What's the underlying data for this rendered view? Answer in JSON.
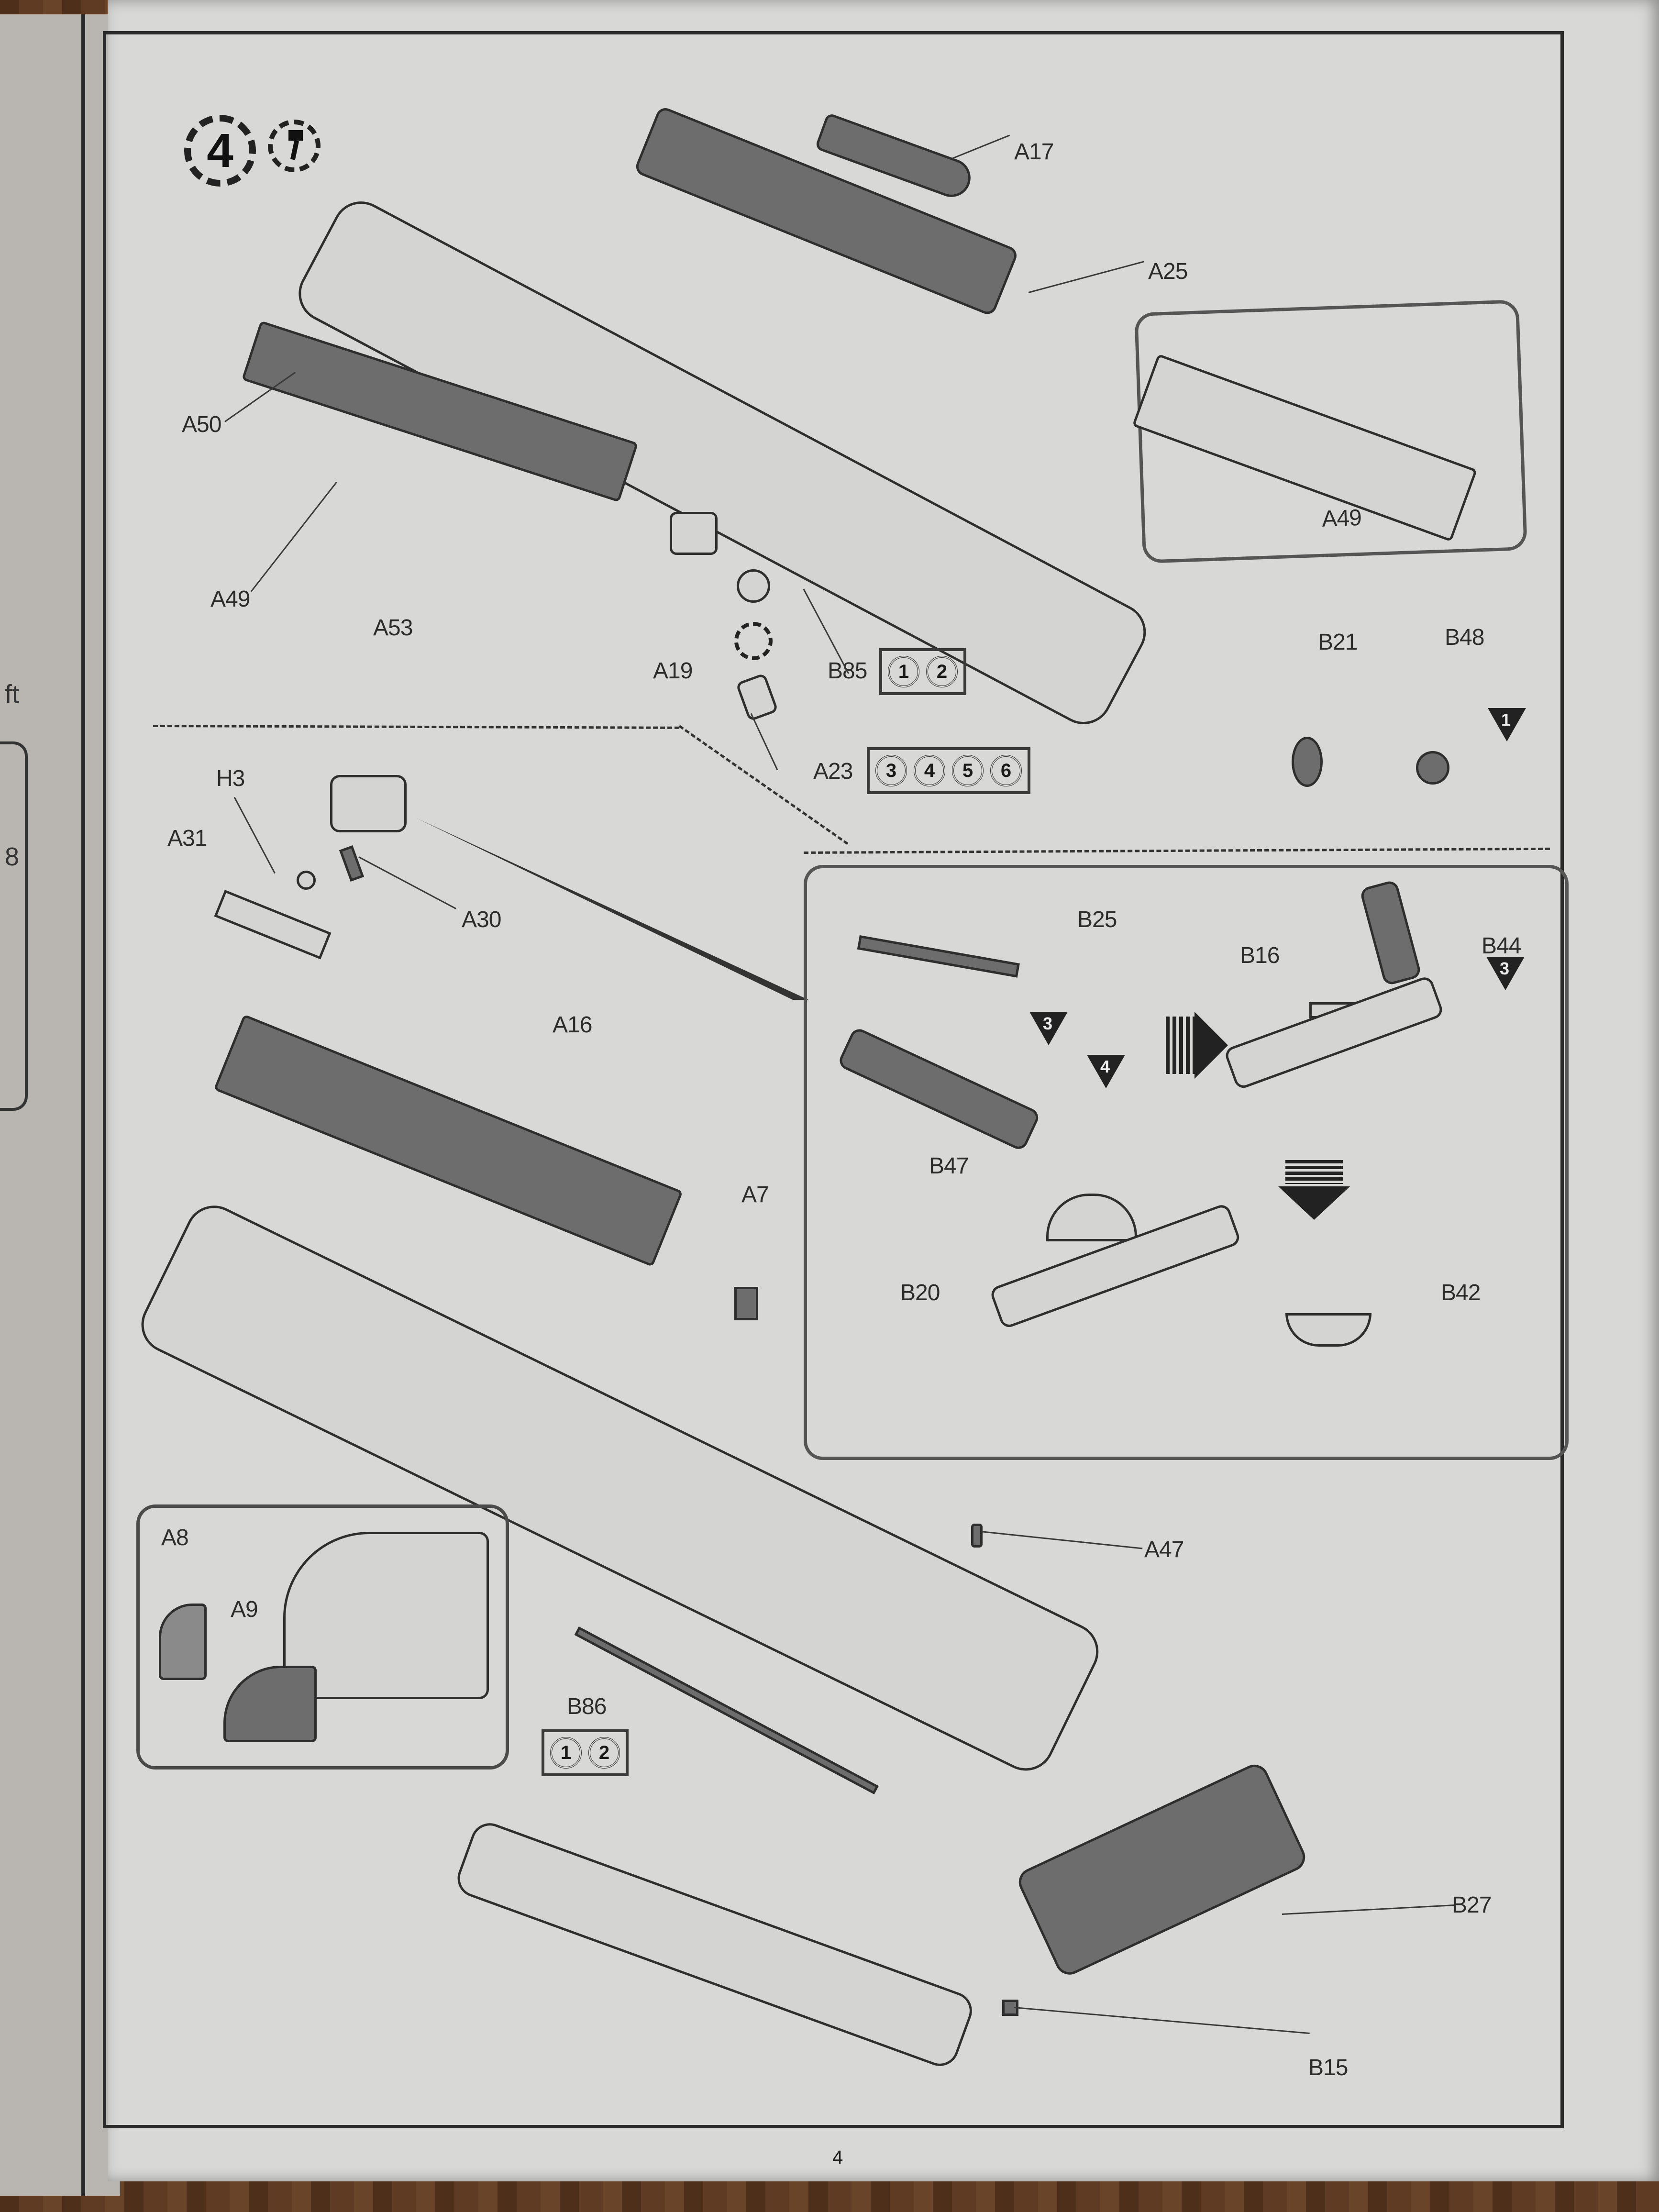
{
  "document": {
    "type": "model kit assembly instructions",
    "page_number": "4",
    "step": {
      "number": "4",
      "glue_icon": "glue-required-icon"
    },
    "left_page_fragments": [
      "ft",
      "8"
    ]
  },
  "upper_section": {
    "part_labels": [
      "A17",
      "A25",
      "A50",
      "A49",
      "A53",
      "A19",
      "B85",
      "A23",
      "B21",
      "B48"
    ],
    "b85_color_refs": [
      "1",
      "2"
    ],
    "a23_color_refs": [
      "3",
      "4",
      "5",
      "6"
    ],
    "decal_marker_b48": "1",
    "inset_detail": {
      "part_labels": [
        "A49"
      ]
    },
    "clear_part_icon": "clear-part-icon"
  },
  "gun_subassembly_panel": {
    "part_labels": [
      "B25",
      "B47",
      "B16",
      "B44",
      "B20",
      "B42"
    ],
    "markers": {
      "b47_marker": "3",
      "b47_tip_marker": "4",
      "b44_marker": "3"
    },
    "sequence_arrows": [
      "next-step-right-arrow",
      "next-step-down-arrow"
    ]
  },
  "lower_section": {
    "part_labels": [
      "H3",
      "A31",
      "A30",
      "A16",
      "A7",
      "A47",
      "B86",
      "B27",
      "B15"
    ],
    "b86_color_refs": [
      "1",
      "2"
    ],
    "inset_detail": {
      "part_labels": [
        "A8",
        "A9"
      ]
    }
  }
}
